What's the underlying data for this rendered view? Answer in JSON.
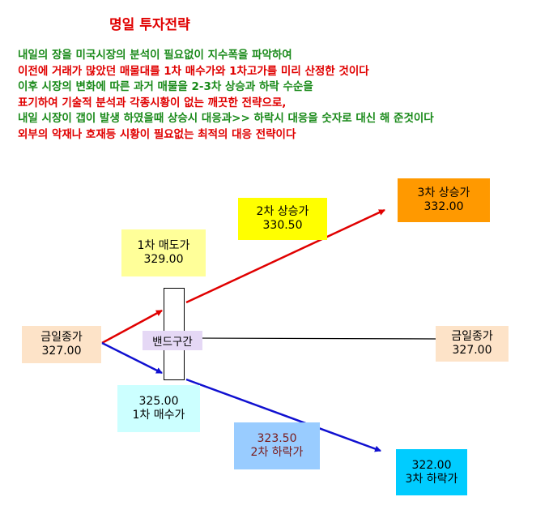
{
  "title": "명일 투자전략",
  "description": [
    {
      "text": "내일의 장을 미국시장의 분석이 필요없이 지수폭을 파악하여",
      "color": "#1a8a1a"
    },
    {
      "text": "이전에 거래가 많았던 매물대를 1차 매수가와 1차고가를 미리 산정한 것이다",
      "color": "#e00000"
    },
    {
      "text": "이후 시장의 변화에 따른 과거 매물을 2-3차 상승과 하락 수순을",
      "color": "#1a8a1a"
    },
    {
      "text": "표기하여 기술적  분석과 각종시황이 없는 깨끗한 전략으로,",
      "color": "#e00000"
    },
    {
      "text": "내일 시장이 갭이 발생 하였을때 상승시 대응과>> 하락시 대응을 숫자로 대신 해 준것이다",
      "color": "#1a8a1a"
    },
    {
      "text": "외부의 악재나 호재등  시황이 필요없는 최적의 대응 전략이다",
      "color": "#e00000"
    }
  ],
  "diagram": {
    "close_left": {
      "label": "금일종가",
      "value": "327.00"
    },
    "close_right": {
      "label": "금일종가",
      "value": "327.00"
    },
    "band": "밴드구간",
    "sell1": {
      "label": "1차 매도가",
      "value": "329.00"
    },
    "buy1": {
      "value": "325.00",
      "label": "1차 매수가"
    },
    "rise2": {
      "label": "2차 상승가",
      "value": "330.50"
    },
    "rise3": {
      "label": "3차 상승가",
      "value": "332.00"
    },
    "fall2": {
      "value": "323.50",
      "label": "2차 하락가"
    },
    "fall3": {
      "value": "322.00",
      "label": "3차 하락가"
    }
  },
  "colors": {
    "title": "#e00000",
    "green_text": "#1a8a1a",
    "red_text": "#e00000",
    "up_arrow": "#e00000",
    "down_arrow": "#1010d0",
    "close_box": "#fde3c8",
    "sell1_box": "#ffff99",
    "buy1_box": "#ccffff",
    "rise2_box": "#ffff00",
    "rise3_box": "#ff9900",
    "fall2_box": "#99ccff",
    "fall3_box": "#00ccff",
    "band_box": "#e5d8f5"
  }
}
